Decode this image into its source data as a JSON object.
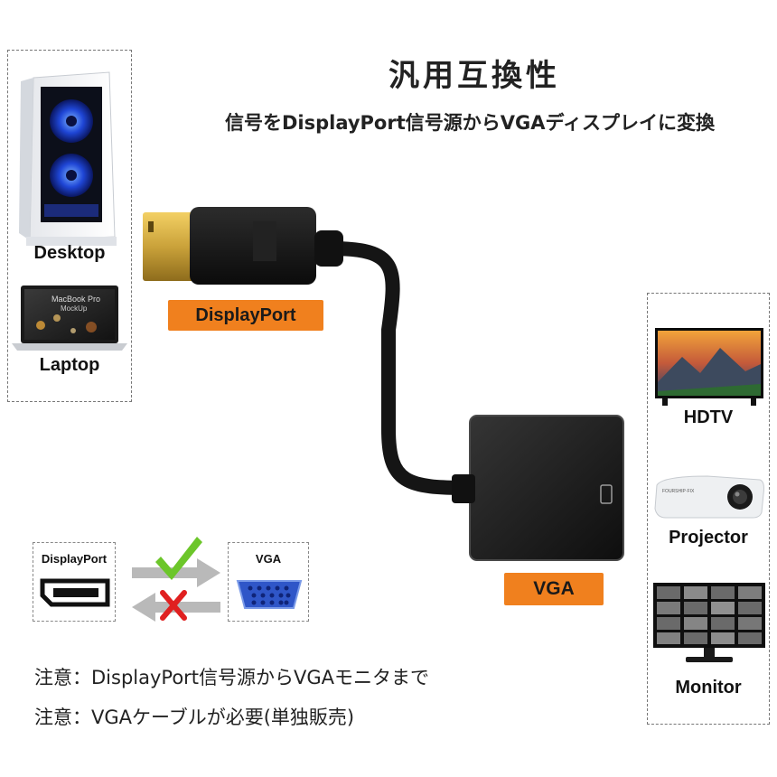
{
  "heading": {
    "title": "汎用互換性",
    "subtitle": "信号をDisplayPort信号源からVGAディスプレイに変換"
  },
  "sources": {
    "desktop_label": "Desktop",
    "laptop_label": "Laptop",
    "laptop_screen_text": "MacBook Pro\nMockUp"
  },
  "targets": {
    "hdtv_label": "HDTV",
    "projector_label": "Projector",
    "projector_brand": "FOURSHIP·FIX",
    "monitor_label": "Monitor"
  },
  "tags": {
    "displayport": "DisplayPort",
    "vga": "VGA"
  },
  "compatibility": {
    "displayport_label": "DisplayPort",
    "vga_label": "VGA"
  },
  "notes": [
    "注意：DisplayPort信号源からVGAモニタまで",
    "注意：VGAケーブルが必要(単独販売)"
  ],
  "colors": {
    "accent_orange": "#f0801e",
    "check_green": "#6cc62a",
    "cross_red": "#e02020",
    "vga_blue": "#2f56c8"
  },
  "icons": [
    "desktop-tower-icon",
    "laptop-icon",
    "tv-icon",
    "projector-icon",
    "monitor-icon",
    "checkmark-icon",
    "cross-icon",
    "displayport-port-icon",
    "vga-port-icon"
  ]
}
